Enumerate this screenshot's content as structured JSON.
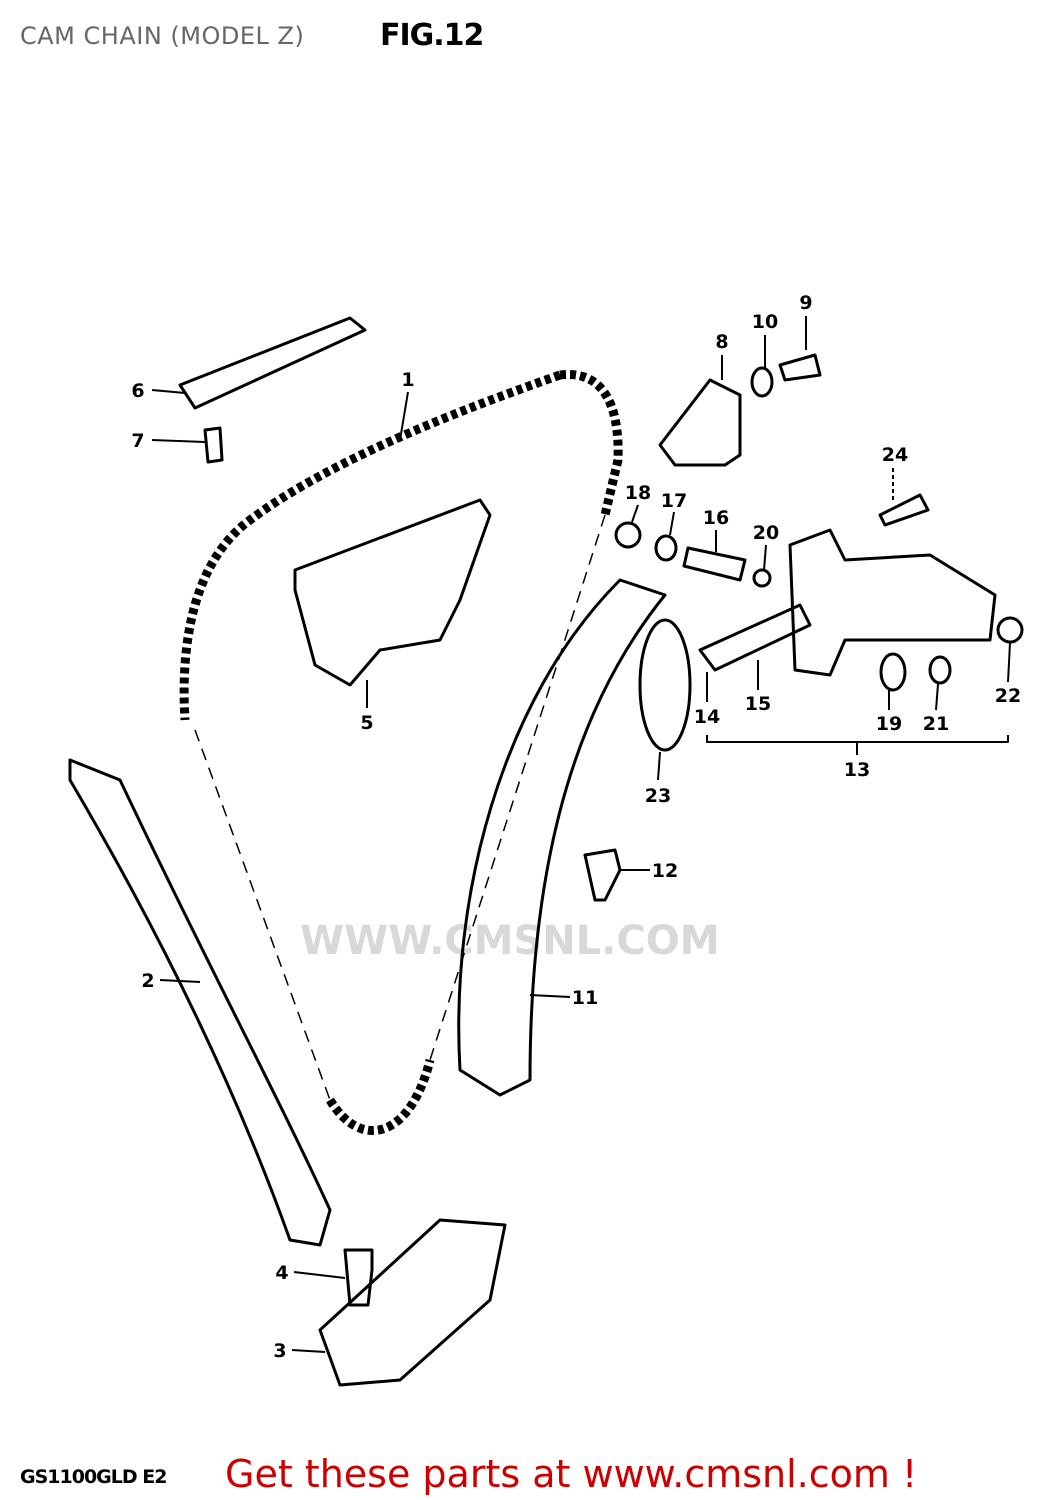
{
  "header": {
    "title": "CAM CHAIN (MODEL Z)",
    "figure_label": "FIG.12"
  },
  "diagram": {
    "callouts": [
      "1",
      "2",
      "3",
      "4",
      "5",
      "6",
      "7",
      "8",
      "9",
      "10",
      "11",
      "12",
      "13",
      "14",
      "15",
      "16",
      "17",
      "18",
      "19",
      "20",
      "21",
      "22",
      "23",
      "24"
    ],
    "model_code": "GS1100GLD E2",
    "watermark": "WWW.CMSNL.COM"
  },
  "footer": {
    "cta_text": "Get these parts at www.cmsnl.com !",
    "cta_color": "#cc0000"
  }
}
